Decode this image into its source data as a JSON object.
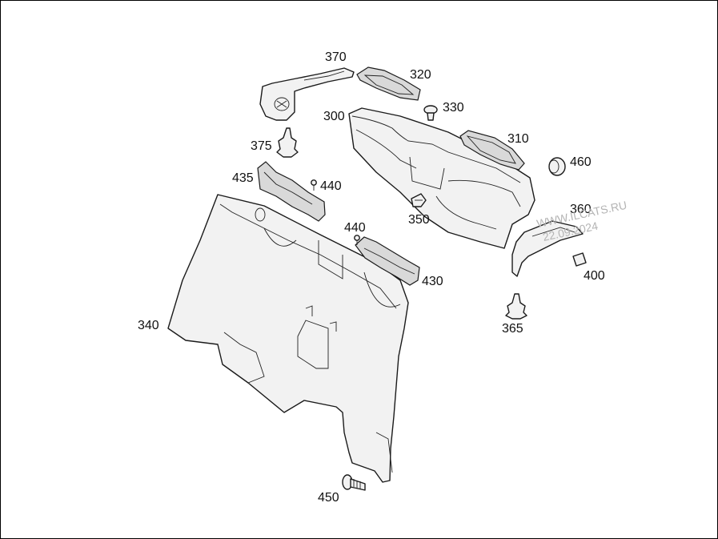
{
  "callouts": {
    "c370": "370",
    "c320": "320",
    "c330": "330",
    "c300": "300",
    "c310": "310",
    "c375": "375",
    "c460": "460",
    "c435": "435",
    "c440a": "440",
    "c360": "360",
    "c350": "350",
    "c440b": "440",
    "c400": "400",
    "c430": "430",
    "c340": "340",
    "c365": "365",
    "c450": "450"
  },
  "watermark": {
    "site": "WWW.ILCATS.RU",
    "date": "22.09.2024"
  }
}
